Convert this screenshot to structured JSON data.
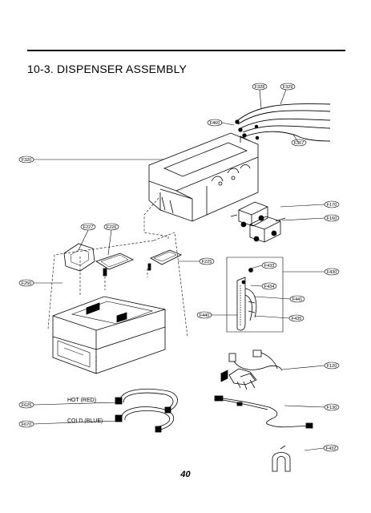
{
  "page": {
    "title": "10-3. DISPENSER ASSEMBLY",
    "page_number": "40"
  },
  "captions": {
    "hot": "HOT (RED)",
    "cold": "COLD (BLUE)"
  },
  "callouts": {
    "f328": "F328",
    "f329": "F329",
    "f460": "F460",
    "f367": "F367",
    "f320": "F320",
    "f170": "F170",
    "f160": "F160",
    "f227": "F227",
    "f226": "F226",
    "f225": "F225",
    "f250": "F250",
    "f430": "F430",
    "f433": "F433",
    "f434": "F434",
    "f441": "F441",
    "f440": "F440",
    "f435": "F435",
    "f120": "F120",
    "f130": "F130",
    "f432": "F432",
    "f625": "F625",
    "f670": "F670"
  }
}
